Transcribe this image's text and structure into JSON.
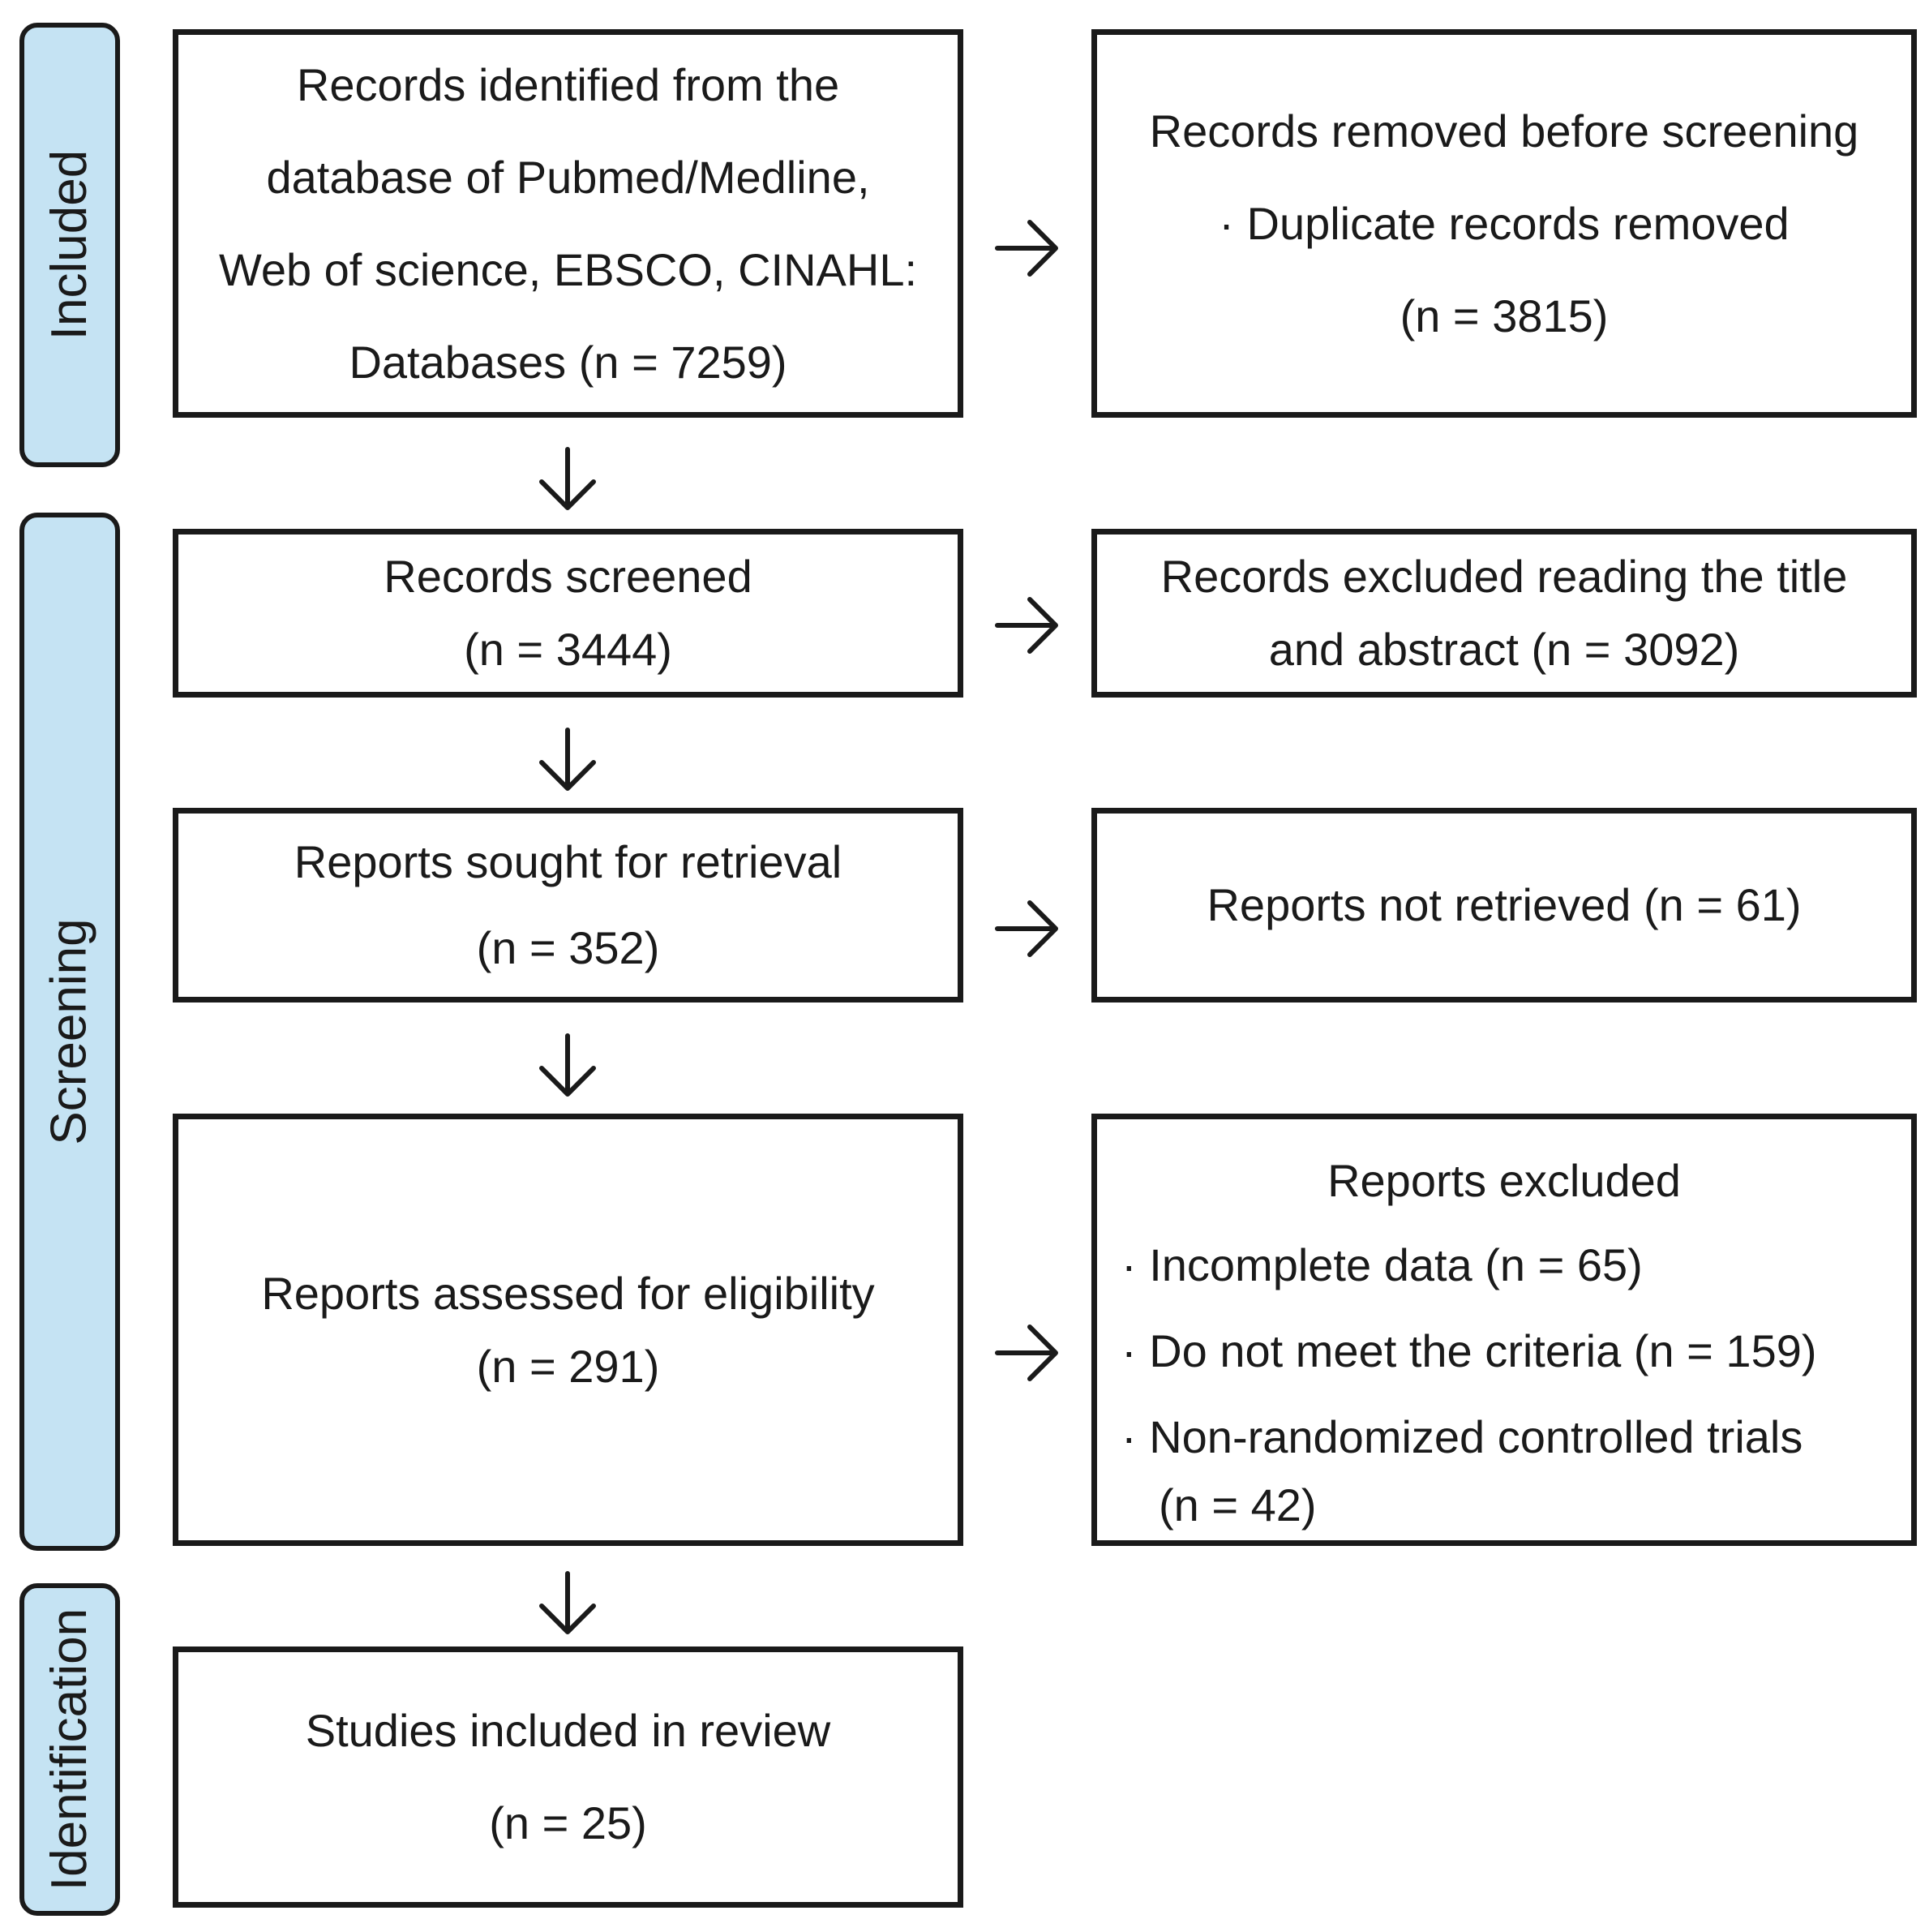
{
  "phases": {
    "included": "Included",
    "screening": "Screening",
    "identification": "Identification"
  },
  "boxes": {
    "identified": {
      "lines": [
        "Records identified from the",
        "database of Pubmed/Medline,",
        "Web of science, EBSCO, CINAHL:",
        "Databases (n = 7259)"
      ]
    },
    "removed": {
      "lines": [
        "Records removed before screening",
        "· Duplicate records removed",
        "(n = 3815)"
      ]
    },
    "screened": {
      "lines": [
        "Records screened",
        "(n = 3444)"
      ]
    },
    "excluded_title": {
      "lines": [
        "Records excluded reading the title",
        "and abstract (n = 3092)"
      ]
    },
    "sought": {
      "lines": [
        "Reports sought for retrieval",
        "(n = 352)"
      ]
    },
    "not_retrieved": {
      "lines": [
        "Reports not retrieved (n = 61)"
      ]
    },
    "assessed": {
      "lines": [
        "Reports assessed for eligibility",
        "(n = 291)"
      ]
    },
    "reports_excluded": {
      "title": "Reports excluded",
      "items": [
        "· Incomplete data (n = 65)",
        "· Do not meet the criteria (n = 159)",
        "· Non-randomized controlled trials",
        "(n = 42)"
      ]
    },
    "included_studies": {
      "lines": [
        "Studies included in review",
        "(n = 25)"
      ]
    }
  }
}
